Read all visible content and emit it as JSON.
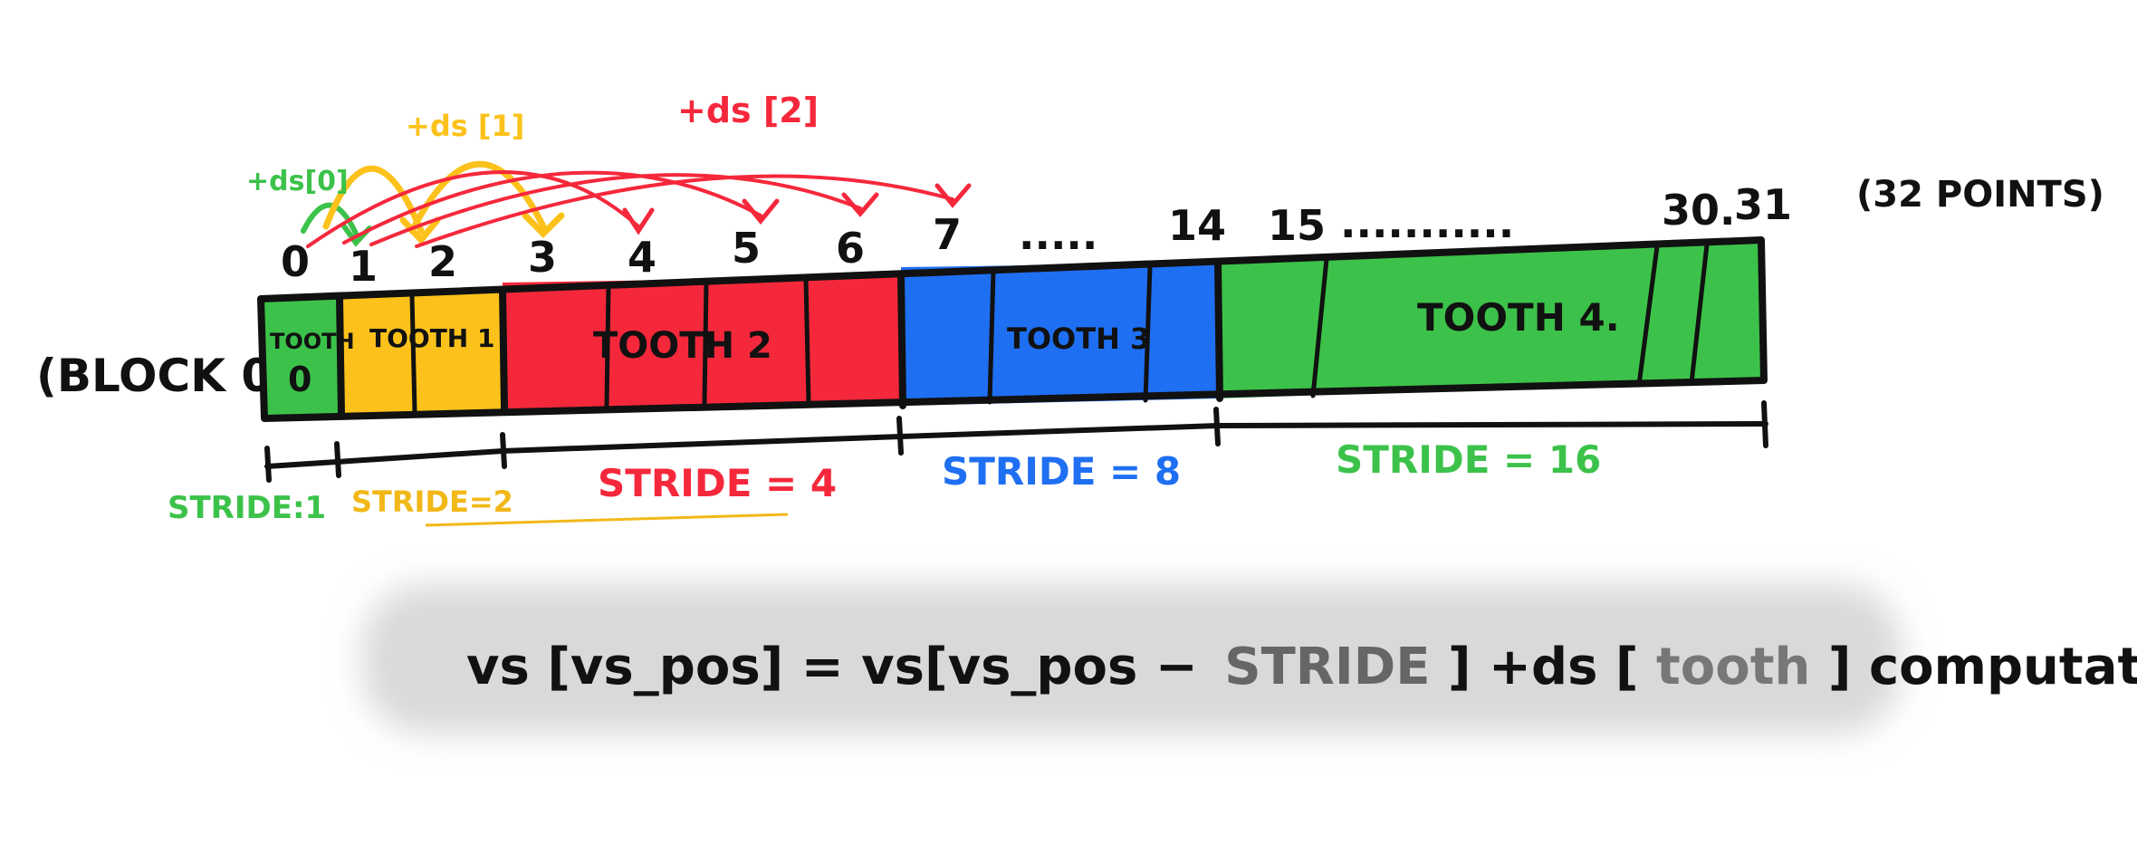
{
  "block_label": "(BLOCK 0)",
  "points_label": "(32 POINTS)",
  "point_labels": [
    "0",
    "1",
    "2",
    "3",
    "4",
    "5",
    "6",
    "7"
  ],
  "ellipsis_mid": ".....",
  "label_14": "14",
  "label_15": "15",
  "ellipsis_right": "...........",
  "label_30": "30.",
  "label_31": "31",
  "arc_labels": [
    "+ds[0]",
    "+ds [1]",
    "+ds [2]"
  ],
  "teeth": [
    {
      "label": "TOOTH",
      "label2": "0",
      "color": "#3cc24a"
    },
    {
      "label": "TOOTH 1",
      "color": "#fcc21b"
    },
    {
      "label": "TOOTH 2",
      "color": "#f5283b"
    },
    {
      "label": "TOOTH 3",
      "color": "#1f6ff2"
    },
    {
      "label": "TOOTH 4.",
      "color": "#3cc24a"
    }
  ],
  "strides": [
    {
      "label": "STRIDE:1",
      "color": "#3cc24a"
    },
    {
      "label": "STRIDE=2",
      "color": "#f2b818"
    },
    {
      "label": "STRIDE = 4",
      "color": "#f5283b"
    },
    {
      "label": "STRIDE = 8",
      "color": "#1f6ff2"
    },
    {
      "label": "STRIDE = 16",
      "color": "#3cc24a"
    }
  ],
  "formula": {
    "part1": "vs [vs_pos] = vs[vs_pos −",
    "stride": "STRIDE",
    "part2": "] +ds [",
    "tooth": "tooth",
    "part3": "] computation"
  }
}
